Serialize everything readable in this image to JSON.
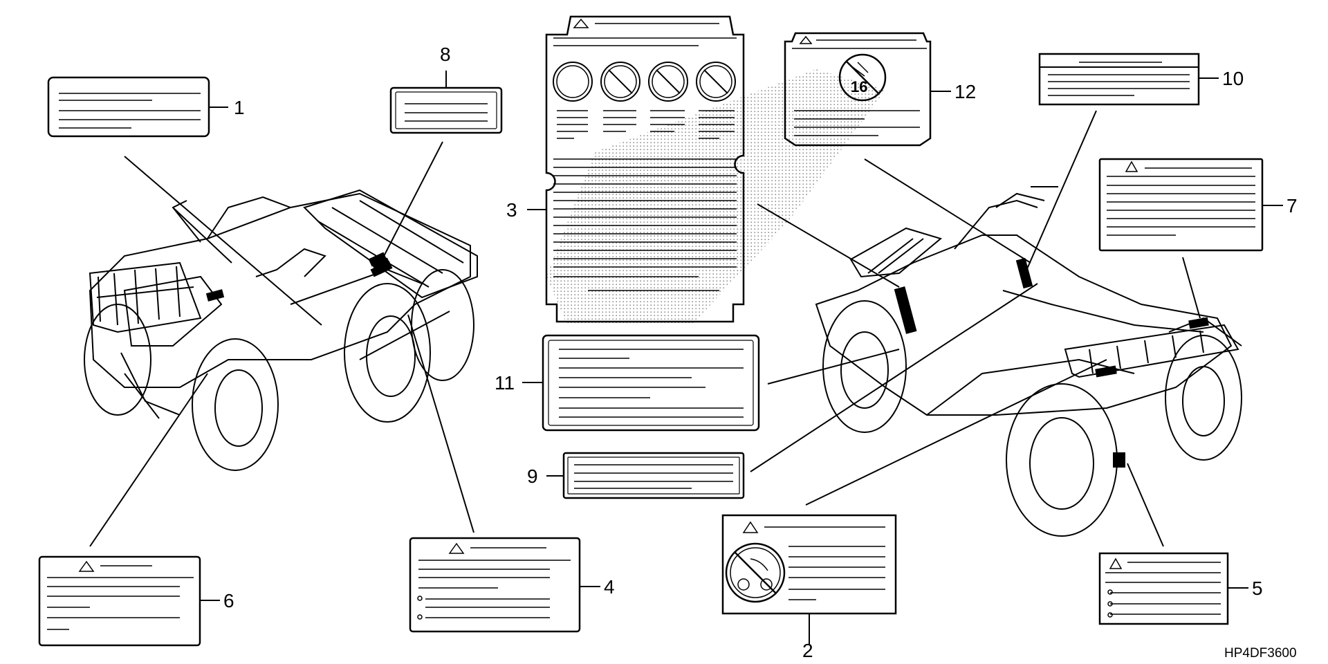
{
  "diagram": {
    "code": "HP4DF3600",
    "callouts": [
      {
        "id": "1",
        "label": "1"
      },
      {
        "id": "2",
        "label": "2"
      },
      {
        "id": "3",
        "label": "3"
      },
      {
        "id": "4",
        "label": "4"
      },
      {
        "id": "5",
        "label": "5"
      },
      {
        "id": "6",
        "label": "6"
      },
      {
        "id": "7",
        "label": "7"
      },
      {
        "id": "8",
        "label": "8"
      },
      {
        "id": "9",
        "label": "9"
      },
      {
        "id": "10",
        "label": "10"
      },
      {
        "id": "11",
        "label": "11"
      },
      {
        "id": "12",
        "label": "12"
      }
    ],
    "label_12_sign_text": "16"
  }
}
